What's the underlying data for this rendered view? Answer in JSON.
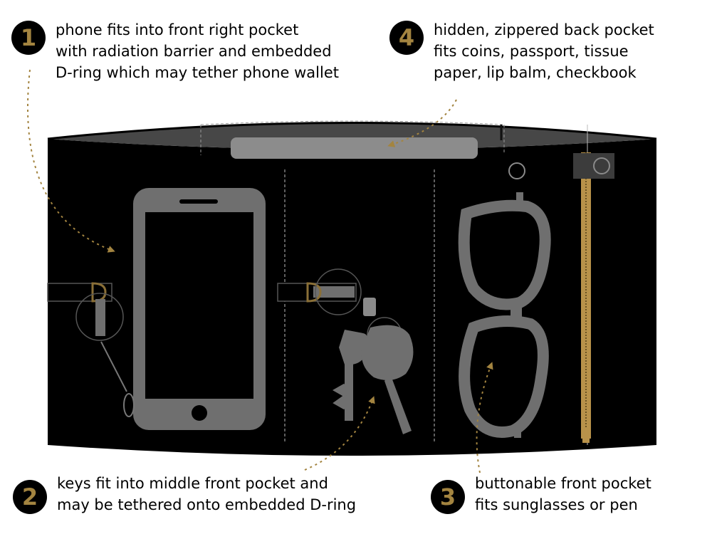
{
  "callouts": [
    {
      "number": "1",
      "text": "phone fits into front right pocket\nwith radiation barrier and embedded\nD-ring which may tether phone wallet"
    },
    {
      "number": "4",
      "text": "hidden, zippered back pocket\nfits coins, passport, tissue\npaper, lip balm, checkbook"
    },
    {
      "number": "2",
      "text": "keys fit into middle front pocket and\nmay be tethered onto embedded D-ring"
    },
    {
      "number": "3",
      "text": "buttonable front pocket\nfits sunglasses or pen"
    }
  ],
  "colors": {
    "belt": "#000000",
    "item_gray": "#6f6f6f",
    "accent_gold": "#a38440",
    "zipper_gold": "#b8924a"
  },
  "icons": [
    "phone-icon",
    "keys-icon",
    "sunglasses-icon",
    "d-ring-icon",
    "zipper-icon",
    "button-icon"
  ]
}
